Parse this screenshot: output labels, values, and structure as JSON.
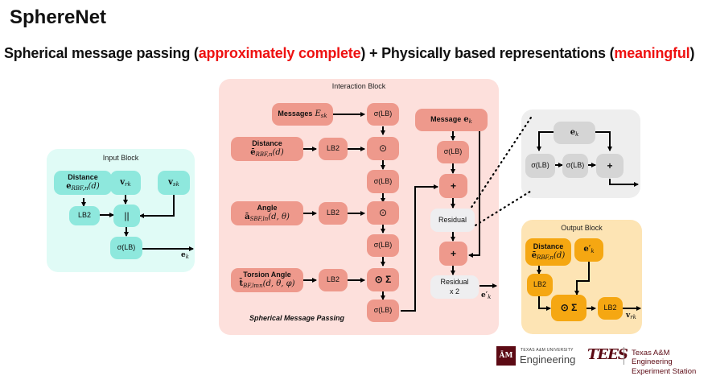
{
  "title": "SphereNet",
  "subtitle": {
    "part1": "Spherical message passing (",
    "highlight1": "approximately complete",
    "part2": ") + Physically based representations (",
    "highlight2": "meaningful",
    "part3": ")"
  },
  "colors": {
    "highlight": "#ee1111",
    "input_block_bg": "#e0fbf6",
    "input_node": "#8ee8dd",
    "interaction_block_bg": "#fde0dc",
    "interaction_node": "#ee998c",
    "residual_block_bg": "#eeeeee",
    "residual_node": "#d5d5d5",
    "output_block_bg": "#fde4b4",
    "output_node": "#f5a712",
    "logo_maroon": "#5c0a14"
  },
  "input_block": {
    "title": "Input Block",
    "distance_label": "Distance",
    "distance_math": "e",
    "distance_sub": "RBF,n",
    "distance_arg": "(d)",
    "v_r": "v",
    "v_r_sub": "rk",
    "v_s": "v",
    "v_s_sub": "sk",
    "lb2": "LB2",
    "concat": "||",
    "sigma_lb": "σ(LB)",
    "output": "e",
    "output_sub": "k"
  },
  "interaction_block": {
    "title": "Interaction Block",
    "messages_label": "Messages",
    "messages_math": "E",
    "messages_sub": "sk",
    "distance_label": "Distance",
    "distance_math": "ē",
    "distance_sub": "RBF,n",
    "distance_arg": "(d)",
    "angle_label": "Angle",
    "angle_math": "ā",
    "angle_sub": "SBF,ln",
    "angle_arg": "(d, θ)",
    "torsion_label": "Torsion Angle",
    "torsion_math": "t̄",
    "torsion_sub": "BF,lmn",
    "torsion_arg": "(d, θ, φ)",
    "lb2": "LB2",
    "sigma_lb": "σ(LB)",
    "hadamard": "⊙",
    "hadamard_sum": "⊙ Σ",
    "caption": "Spherical Message Passing",
    "message_label": "Message",
    "message_math": "e",
    "message_sub": "k",
    "plus": "+",
    "residual": "Residual",
    "residual_x2_line1": "Residual",
    "residual_x2_line2": "x 2",
    "output": "e′",
    "output_sub": "k"
  },
  "residual_block": {
    "input": "e",
    "input_sub": "k",
    "sigma_lb_1": "σ(LB)",
    "sigma_lb_2": "σ(LB)",
    "plus": "+"
  },
  "output_block": {
    "title": "Output Block",
    "distance_label": "Distance",
    "distance_math": "ē",
    "distance_sub": "RBF,n",
    "distance_arg": "(d)",
    "e_prime": "e′",
    "e_prime_sub": "k",
    "lb2_a": "LB2",
    "hadamard_sum": "⊙ Σ",
    "lb2_b": "LB2",
    "output": "v",
    "output_sub": "rk"
  },
  "footer": {
    "tamu_logo_mark": "ĀM",
    "tamu_small": "TEXAS A&M UNIVERSITY",
    "tamu_big": "Engineering",
    "tees_mark": "TEES",
    "tees_line1": "Texas A&M Engineering",
    "tees_line2": "Experiment Station"
  }
}
